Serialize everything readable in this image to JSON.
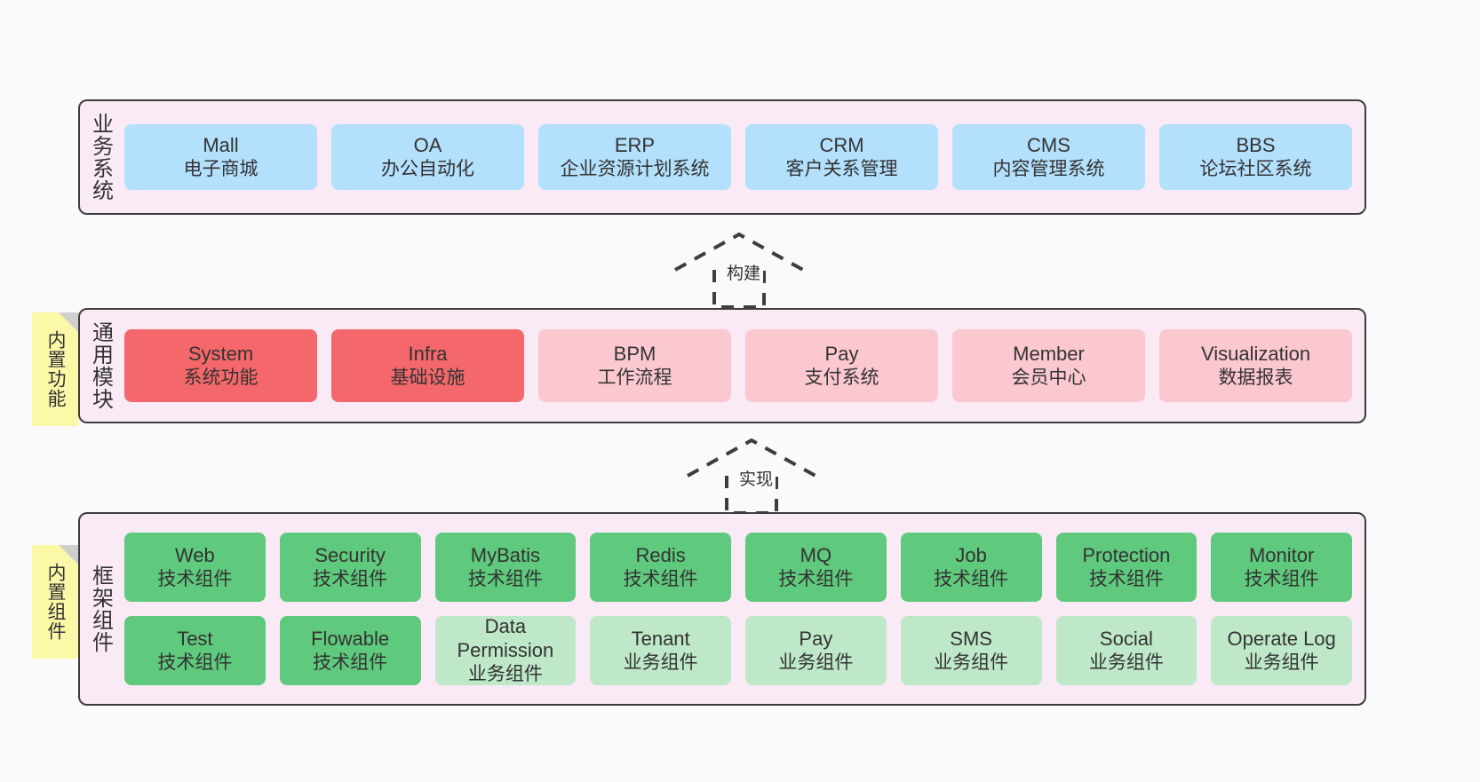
{
  "diagram": {
    "background": "#fafafa",
    "panel_fill": "#f9eaf5",
    "panel_border": "#3d3d3d",
    "sticky_fill": "#fbf8a8"
  },
  "layers": [
    {
      "id": "business",
      "title": "业务系统",
      "rows": [
        {
          "boxes": [
            {
              "en": "Mall",
              "cn": "电子商城",
              "color": "blue"
            },
            {
              "en": "OA",
              "cn": "办公自动化",
              "color": "blue"
            },
            {
              "en": "ERP",
              "cn": "企业资源计划系统",
              "color": "blue"
            },
            {
              "en": "CRM",
              "cn": "客户关系管理",
              "color": "blue"
            },
            {
              "en": "CMS",
              "cn": "内容管理系统",
              "color": "blue"
            },
            {
              "en": "BBS",
              "cn": "论坛社区系统",
              "color": "blue"
            }
          ]
        }
      ]
    },
    {
      "id": "modules",
      "title": "通用模块",
      "sticky": "内置功能",
      "rows": [
        {
          "boxes": [
            {
              "en": "System",
              "cn": "系统功能",
              "color": "red"
            },
            {
              "en": "Infra",
              "cn": "基础设施",
              "color": "red"
            },
            {
              "en": "BPM",
              "cn": "工作流程",
              "color": "pink"
            },
            {
              "en": "Pay",
              "cn": "支付系统",
              "color": "pink"
            },
            {
              "en": "Member",
              "cn": "会员中心",
              "color": "pink"
            },
            {
              "en": "Visualization",
              "cn": "数据报表",
              "color": "pink"
            }
          ]
        }
      ]
    },
    {
      "id": "framework",
      "title": "框架组件",
      "sticky": "内置组件",
      "rows": [
        {
          "boxes": [
            {
              "en": "Web",
              "cn": "技术组件",
              "color": "green"
            },
            {
              "en": "Security",
              "cn": "技术组件",
              "color": "green"
            },
            {
              "en": "MyBatis",
              "cn": "技术组件",
              "color": "green"
            },
            {
              "en": "Redis",
              "cn": "技术组件",
              "color": "green"
            },
            {
              "en": "MQ",
              "cn": "技术组件",
              "color": "green"
            },
            {
              "en": "Job",
              "cn": "技术组件",
              "color": "green"
            },
            {
              "en": "Protection",
              "cn": "技术组件",
              "color": "green"
            },
            {
              "en": "Monitor",
              "cn": "技术组件",
              "color": "green"
            }
          ]
        },
        {
          "boxes": [
            {
              "en": "Test",
              "cn": "技术组件",
              "color": "green"
            },
            {
              "en": "Flowable",
              "cn": "技术组件",
              "color": "green"
            },
            {
              "en": "Data Permission",
              "cn": "业务组件",
              "color": "lgreen"
            },
            {
              "en": "Tenant",
              "cn": "业务组件",
              "color": "lgreen"
            },
            {
              "en": "Pay",
              "cn": "业务组件",
              "color": "lgreen"
            },
            {
              "en": "SMS",
              "cn": "业务组件",
              "color": "lgreen"
            },
            {
              "en": "Social",
              "cn": "业务组件",
              "color": "lgreen"
            },
            {
              "en": "Operate Log",
              "cn": "业务组件",
              "color": "lgreen"
            }
          ]
        }
      ]
    }
  ],
  "connectors": [
    {
      "id": "build",
      "label": "构建"
    },
    {
      "id": "impl",
      "label": "实现"
    }
  ]
}
